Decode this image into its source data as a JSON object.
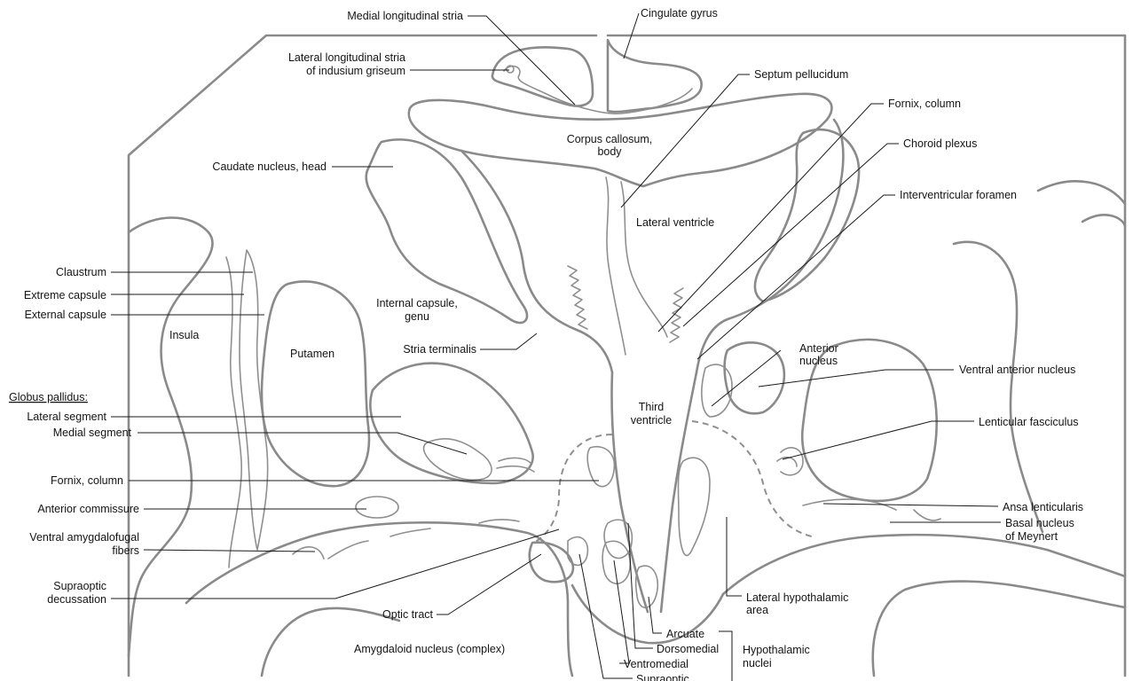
{
  "labels": {
    "medial_longitudinal_stria": "Medial longitudinal stria",
    "cingulate_gyrus": "Cingulate gyrus",
    "lateral_longitudinal_stria_1": "Lateral longitudinal stria",
    "lateral_longitudinal_stria_2": "of indusium griseum",
    "septum_pellucidum": "Septum pellucidum",
    "fornix_column_right": "Fornix, column",
    "choroid_plexus": "Choroid plexus",
    "interventricular_foramen": "Interventricular foramen",
    "corpus_callosum_1": "Corpus callosum,",
    "corpus_callosum_2": "body",
    "caudate_nucleus_head": "Caudate nucleus, head",
    "lateral_ventricle": "Lateral ventricle",
    "claustrum": "Claustrum",
    "extreme_capsule": "Extreme capsule",
    "external_capsule": "External capsule",
    "insula": "Insula",
    "putamen": "Putamen",
    "internal_capsule_1": "Internal capsule,",
    "internal_capsule_2": "genu",
    "stria_terminalis": "Stria terminalis",
    "anterior_nucleus_1": "Anterior",
    "anterior_nucleus_2": "nucleus",
    "ventral_anterior_nucleus": "Ventral anterior nucleus",
    "globus_pallidus": "Globus pallidus:",
    "lateral_segment": "Lateral segment",
    "medial_segment": "Medial segment",
    "third_ventricle_1": "Third",
    "third_ventricle_2": "ventricle",
    "lenticular_fasciculus": "Lenticular fasciculus",
    "fornix_column_left": "Fornix, column",
    "anterior_commissure": "Anterior commissure",
    "ansa_lenticularis": "Ansa lenticularis",
    "basal_nucleus_1": "Basal nucleus",
    "basal_nucleus_2": "of Meynert",
    "ventral_amygdalofugal_1": "Ventral amygdalofugal",
    "ventral_amygdalofugal_2": "fibers",
    "supraoptic_decussation_1": "Supraoptic",
    "supraoptic_decussation_2": "decussation",
    "optic_tract": "Optic tract",
    "lateral_hypothalamic_1": "Lateral hypothalamic",
    "lateral_hypothalamic_2": "area",
    "arcuate": "Arcuate",
    "dorsomedial": "Dorsomedial",
    "ventromedial": "Ventromedial",
    "supraoptic": "Supraoptic",
    "hypothalamic_nuclei_1": "Hypothalamic",
    "hypothalamic_nuclei_2": "nuclei",
    "amygdaloid_nucleus": "Amygdaloid nucleus (complex)"
  }
}
